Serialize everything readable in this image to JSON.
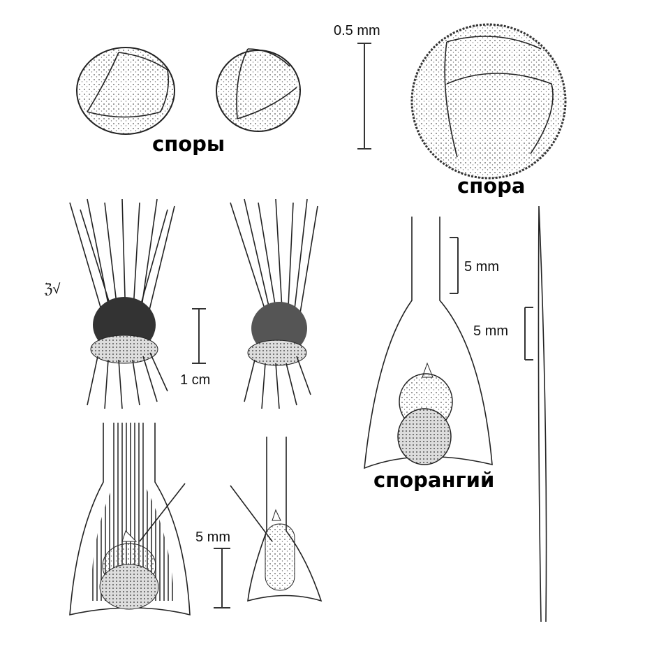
{
  "labels": {
    "spores": "споры",
    "spore": "спора",
    "sporangium": "спорангий"
  },
  "scale_bars": {
    "spore_scale": "0.5 mm",
    "plant_scale": "1 cm",
    "leaf_base_scale": "5 mm",
    "leaf_scale": "5 mm",
    "sporangium_detail_scale": "5 mm"
  },
  "signature": "signature"
}
